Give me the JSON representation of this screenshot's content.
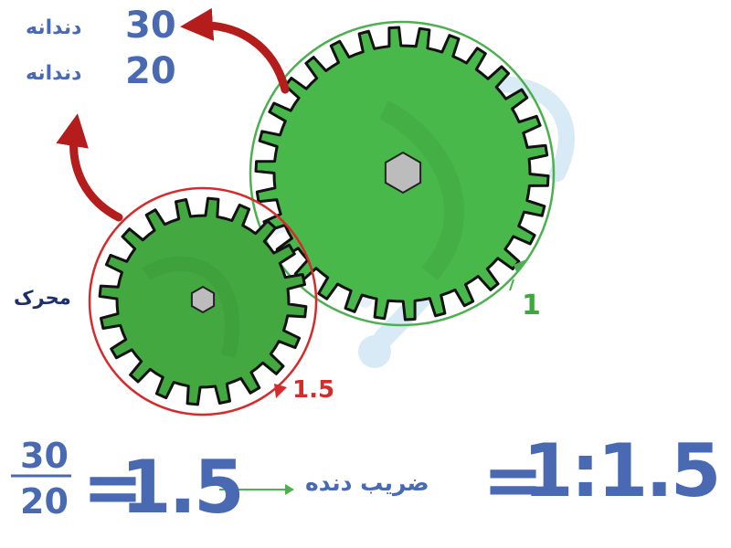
{
  "driven_gear": {
    "teeth_count": "30",
    "teeth_unit": "دندانه",
    "rotation_label": "1"
  },
  "driver_gear": {
    "teeth_count": "20",
    "teeth_unit": "دندانه",
    "rotation_label": "1.5",
    "role_label": "محرک"
  },
  "formula": {
    "numerator": "30",
    "denominator": "20",
    "equals": "=",
    "result": "1.5",
    "ratio_label": "ضریب دنده",
    "ratio_equals": "=",
    "ratio": "1:1.5"
  },
  "colors": {
    "gear_green": "#49b84a",
    "gear_dark_green": "#3ca33e",
    "big_ring": "#4cb050",
    "small_ring": "#d62b2b",
    "arrow_red": "#b51d1d",
    "text_blue": "#4a69b3",
    "hub": "#bcbcbc"
  }
}
